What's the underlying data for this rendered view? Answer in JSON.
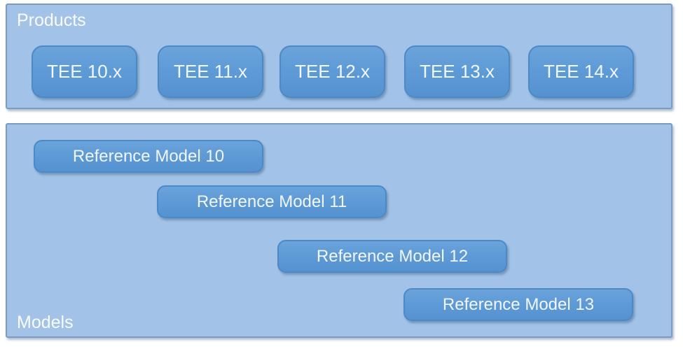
{
  "colors": {
    "panel_fill": "#a2c3e7",
    "panel_border": "#7d9ac0",
    "button_fill": "#5d9ad6",
    "button_fill_light": "#6ba3db",
    "button_fill_dark": "#5592d0",
    "button_border": "#4d89c6",
    "button_text": "#f2f7fc",
    "label_text": "#fafcfe"
  },
  "products_panel": {
    "label": "Products",
    "items": [
      {
        "label": "TEE 10.x"
      },
      {
        "label": "TEE 11.x"
      },
      {
        "label": "TEE 12.x"
      },
      {
        "label": "TEE 13.x"
      },
      {
        "label": "TEE 14.x"
      }
    ]
  },
  "models_panel": {
    "label": "Models",
    "items": [
      {
        "label": "Reference Model 10"
      },
      {
        "label": "Reference Model 11"
      },
      {
        "label": "Reference Model 12"
      },
      {
        "label": "Reference Model 13"
      }
    ]
  }
}
